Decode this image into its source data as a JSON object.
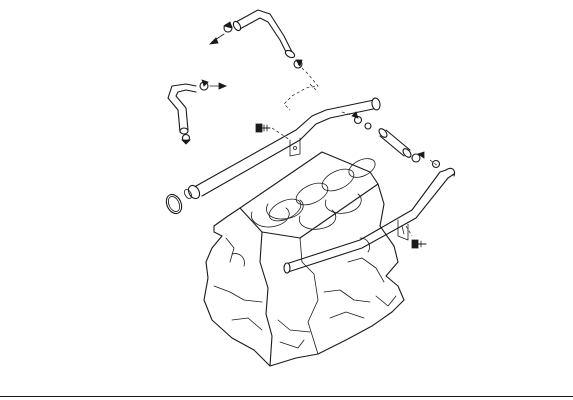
{
  "figure": {
    "colors": {
      "line": "#1a1a1a",
      "background": "#ffffff"
    },
    "parts": [
      "engine-block",
      "water-pipe-upper",
      "water-pipe-lower",
      "upper-radiator-hose",
      "heater-hose",
      "connecting-hose",
      "o-ring",
      "hose-clamp",
      "bolt",
      "direction-arrow"
    ]
  }
}
